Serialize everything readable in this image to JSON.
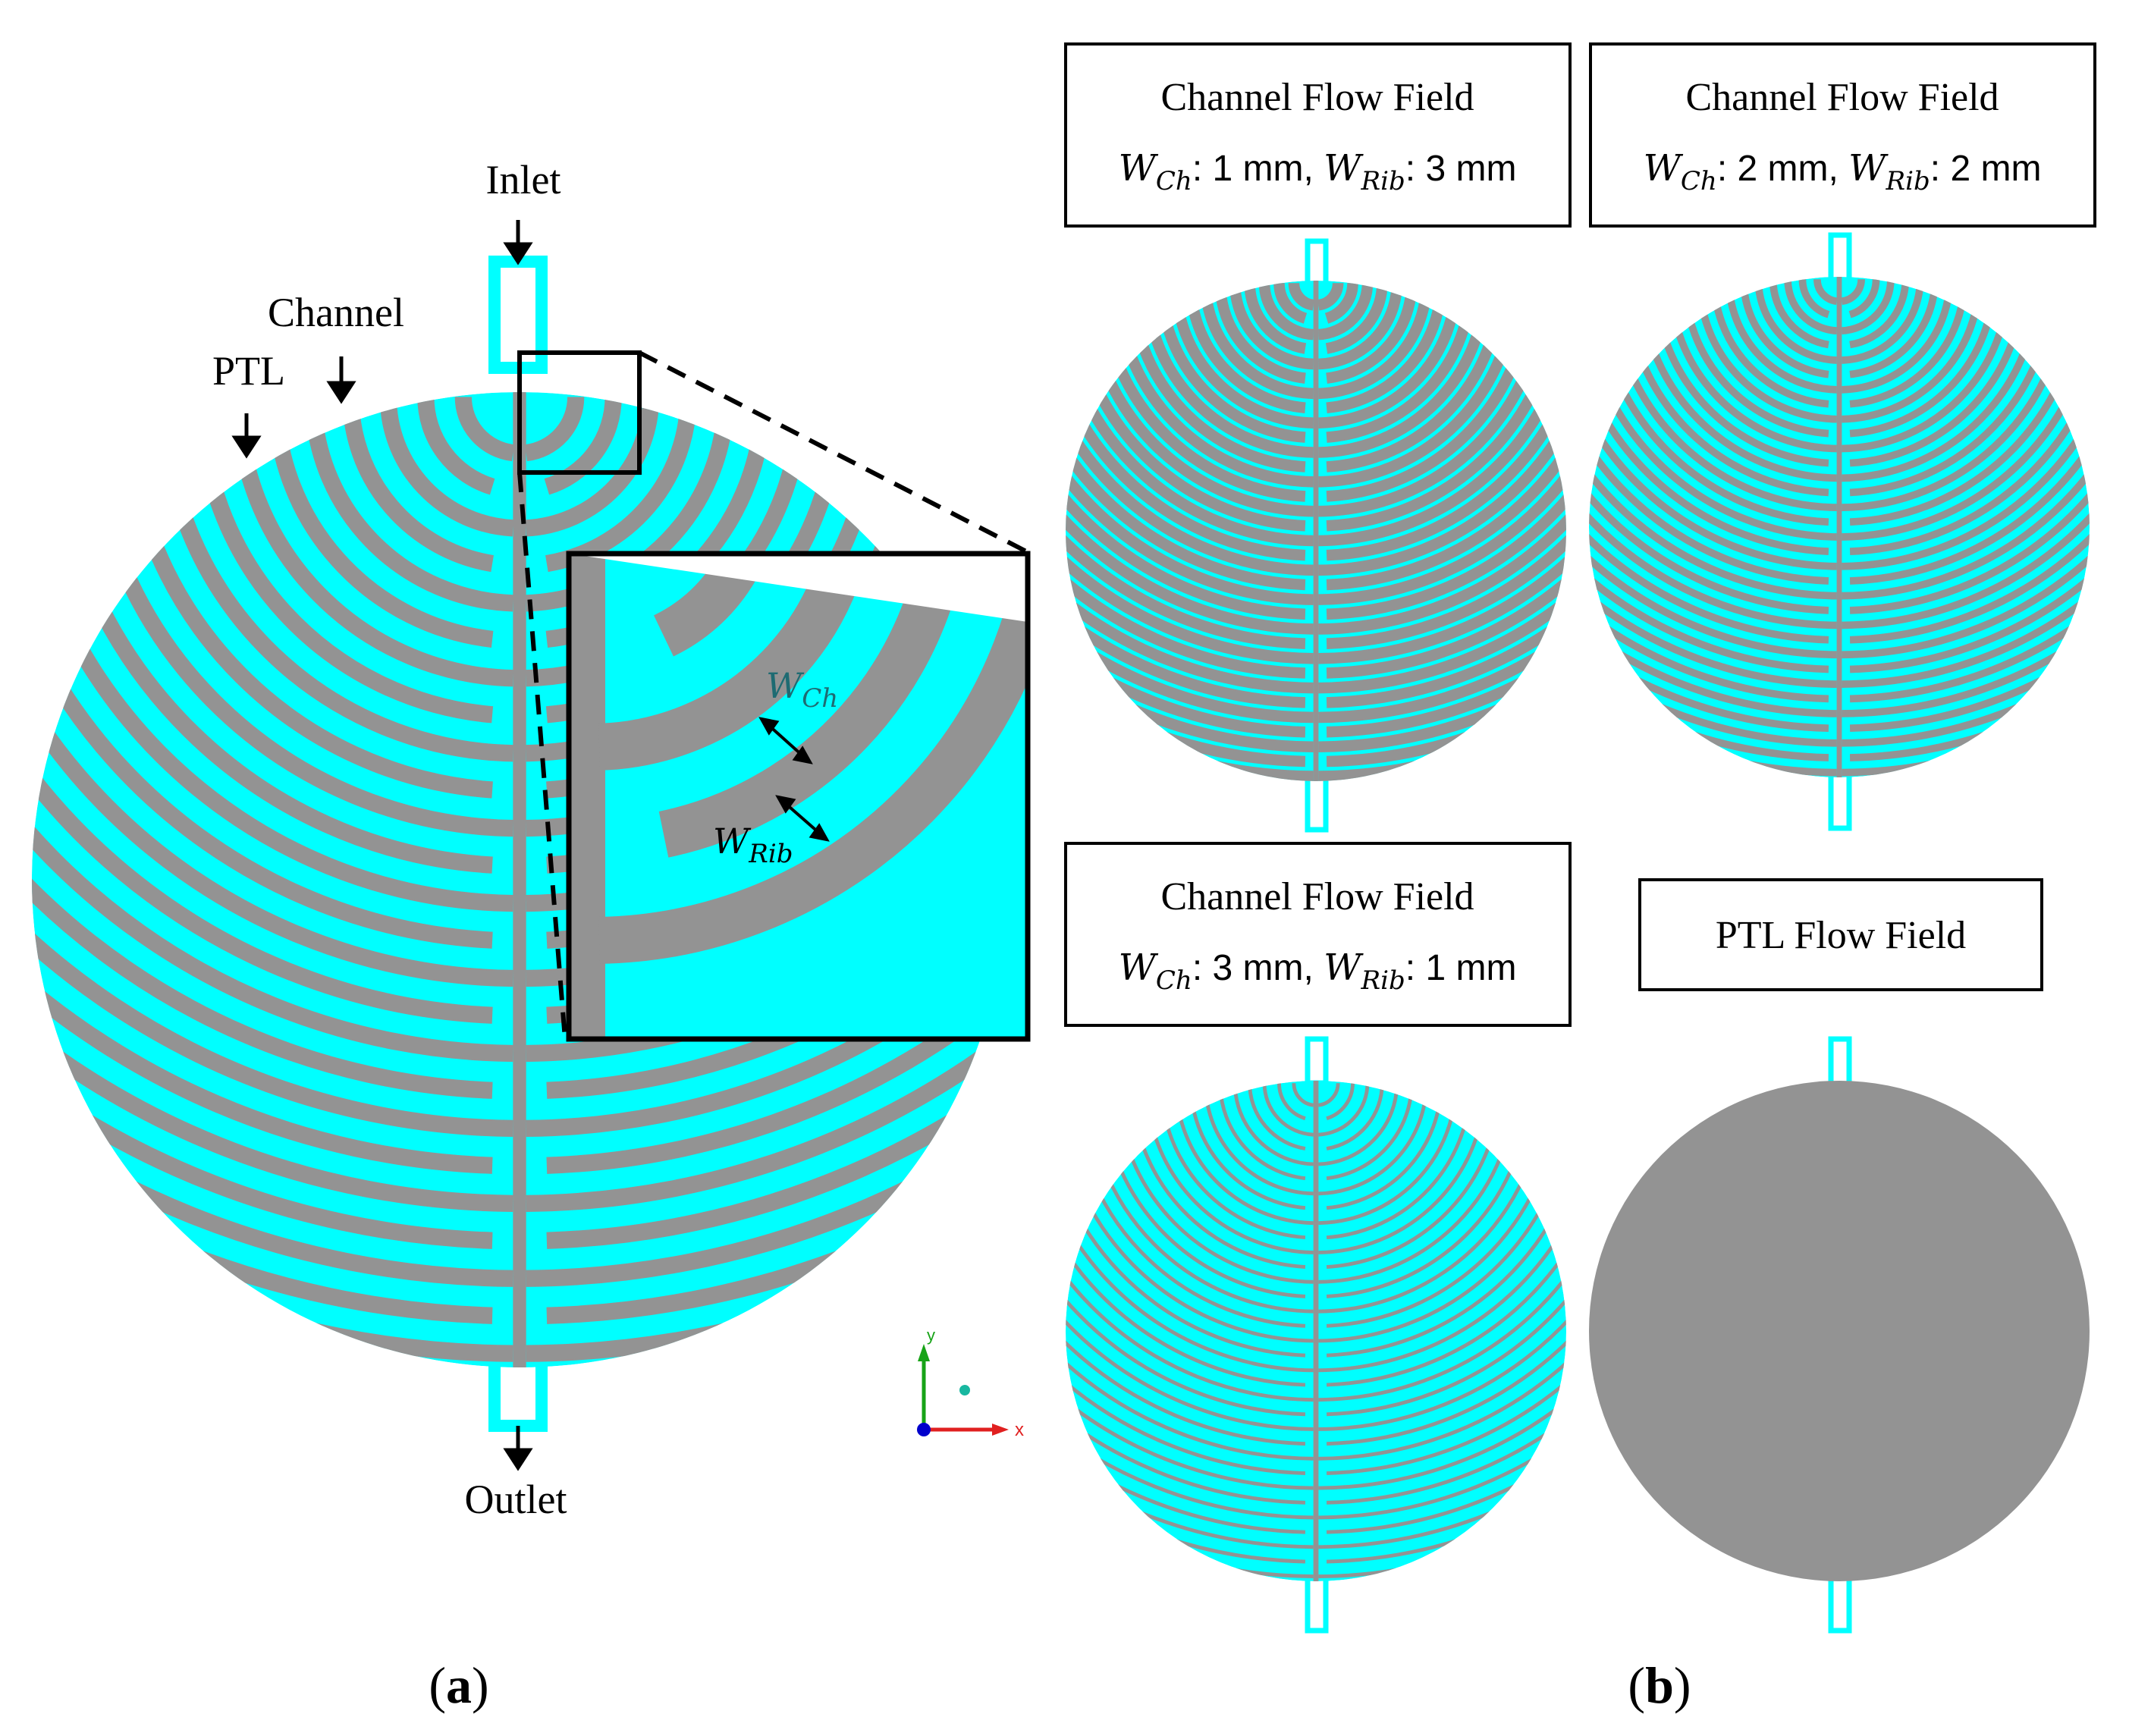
{
  "colors": {
    "channel": "#00ffff",
    "ptl": "#939393",
    "outline": "#3a6f73",
    "frame": "#000000",
    "axis_y": "#17a317",
    "axis_x": "#e02020",
    "axis_z": "#0000cc"
  },
  "panel_a": {
    "labels": {
      "inlet": "Inlet",
      "outlet": "Outlet",
      "channel": "Channel",
      "ptl": "PTL"
    },
    "zoom": {
      "w_ch_main": "W",
      "w_ch_sub": "Ch",
      "w_rib_main": "W",
      "w_rib_sub": "Rib"
    },
    "axes": {
      "y": "y",
      "x": "x"
    },
    "caption_open": "(",
    "caption_letter": "a",
    "caption_close": ")"
  },
  "panel_b": {
    "cases": [
      {
        "title": "Channel Flow Field",
        "w_ch_label": "W",
        "w_ch_sub": "Ch",
        "w_ch_value": ": 1 mm, ",
        "w_rib_label": "W",
        "w_rib_sub": "Rib",
        "w_rib_value": ": 3 mm",
        "channel_mm": 1,
        "rib_mm": 3
      },
      {
        "title": "Channel Flow Field",
        "w_ch_label": "W",
        "w_ch_sub": "Ch",
        "w_ch_value": ": 2 mm, ",
        "w_rib_label": "W",
        "w_rib_sub": "Rib",
        "w_rib_value": ": 2 mm",
        "channel_mm": 2,
        "rib_mm": 2
      },
      {
        "title": "Channel Flow Field",
        "w_ch_label": "W",
        "w_ch_sub": "Ch",
        "w_ch_value": ": 3 mm, ",
        "w_rib_label": "W",
        "w_rib_sub": "Rib",
        "w_rib_value": ": 1 mm",
        "channel_mm": 3,
        "rib_mm": 1
      },
      {
        "title": "PTL Flow Field"
      }
    ],
    "caption_open": "(",
    "caption_letter": "b",
    "caption_close": ")"
  }
}
